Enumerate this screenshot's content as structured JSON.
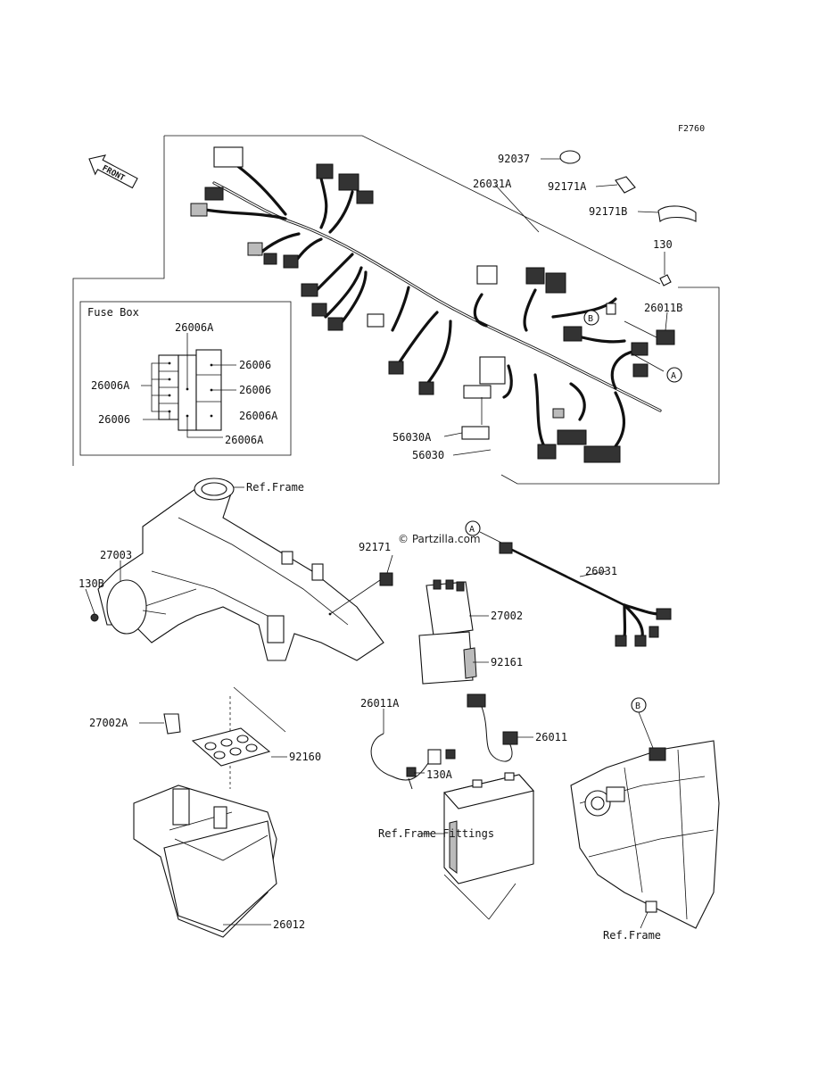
{
  "diagram": {
    "figure_code": "F2760",
    "front_label": "FRONT",
    "watermark": "© Partzilla.com",
    "footer": "",
    "fuse_box": {
      "title": "Fuse Box",
      "labels": [
        "26006A",
        "26006",
        "26006A",
        "26006",
        "26006",
        "26006A",
        "26006A"
      ]
    },
    "callouts": [
      {
        "id": "92037",
        "text": "92037"
      },
      {
        "id": "26031A",
        "text": "26031A"
      },
      {
        "id": "92171A",
        "text": "92171A"
      },
      {
        "id": "92171B",
        "text": "92171B"
      },
      {
        "id": "130",
        "text": "130"
      },
      {
        "id": "26011B",
        "text": "26011B"
      },
      {
        "id": "56030A",
        "text": "56030A"
      },
      {
        "id": "56030",
        "text": "56030"
      },
      {
        "id": "ref-frame-1",
        "text": "Ref.Frame"
      },
      {
        "id": "27003",
        "text": "27003"
      },
      {
        "id": "130B",
        "text": "130B"
      },
      {
        "id": "92171",
        "text": "92171"
      },
      {
        "id": "26031",
        "text": "26031"
      },
      {
        "id": "27002",
        "text": "27002"
      },
      {
        "id": "92161",
        "text": "92161"
      },
      {
        "id": "27002A",
        "text": "27002A"
      },
      {
        "id": "92160",
        "text": "92160"
      },
      {
        "id": "26011A",
        "text": "26011A"
      },
      {
        "id": "26011",
        "text": "26011"
      },
      {
        "id": "130A",
        "text": "130A"
      },
      {
        "id": "26012",
        "text": "26012"
      },
      {
        "id": "ref-frame-fittings",
        "text": "Ref.Frame Fittings"
      },
      {
        "id": "ref-frame-2",
        "text": "Ref.Frame"
      }
    ],
    "markers": [
      "A",
      "B",
      "A",
      "B"
    ]
  }
}
